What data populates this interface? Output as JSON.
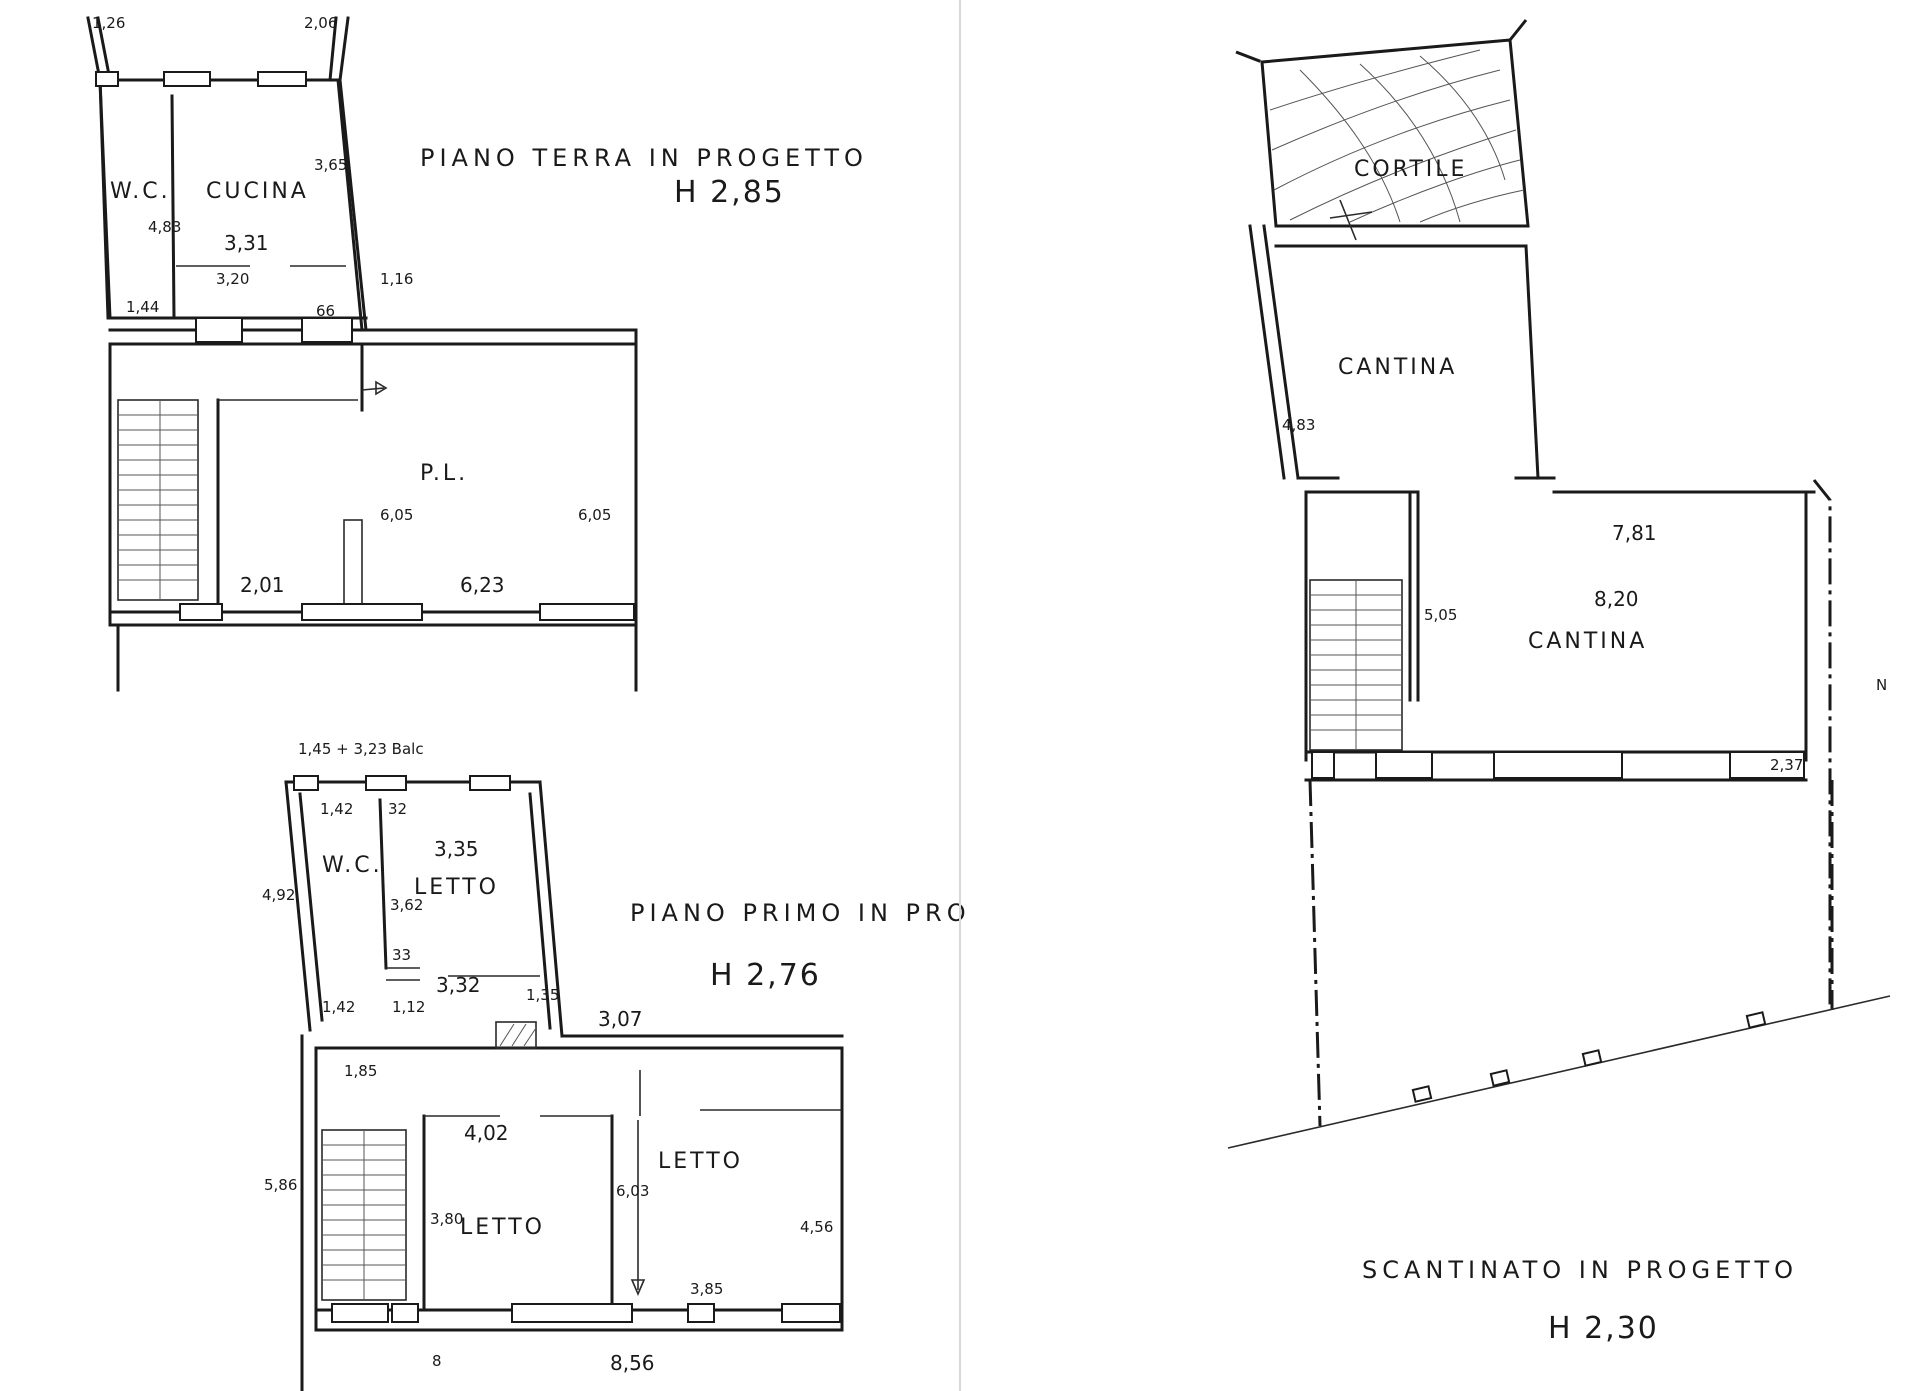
{
  "ground_floor": {
    "title": "PIANO TERRA IN PROGETTO",
    "height": "H 2,85",
    "rooms": {
      "wc": "W.C.",
      "kitchen": "CUCINA",
      "living": "P.L."
    },
    "dims": {
      "d1": "1,26",
      "d2": "2,06",
      "d3": "3,65",
      "d4": "4,83",
      "d5": "3,31",
      "d6": "3,20",
      "d7": "1,16",
      "d8": "1,44",
      "d9": "66",
      "d10": "6,05",
      "d11": "6,05",
      "d12": "2,01",
      "d13": "6,23"
    }
  },
  "first_floor": {
    "title": "PIANO PRIMO IN PRO",
    "height": "H 2,76",
    "note": "1,45 + 3,23 Balc",
    "rooms": {
      "wc": "W.C.",
      "bed1": "LETTO",
      "bed2": "LETTO",
      "bed3": "LETTO"
    },
    "dims": {
      "d1": "1,42",
      "d2": "32",
      "d3": "3,35",
      "d4": "4,92",
      "d5": "3,62",
      "d6": "33",
      "d7": "3,32",
      "d8": "1,42",
      "d9": "1,12",
      "d10": "1,35",
      "d11": "3,07",
      "d12": "1,85",
      "d13": "5,86",
      "d14": "4,02",
      "d15": "6,03",
      "d16": "3,80",
      "d17": "4,56",
      "d18": "3,85",
      "d19": "8,56",
      "d20": "8"
    }
  },
  "basement": {
    "title": "SCANTINATO IN PROGETTO",
    "height": "H 2,30",
    "rooms": {
      "courtyard": "CORTILE",
      "cellar1": "CANTINA",
      "cellar2": "CANTINA"
    },
    "dims": {
      "d1": "4,83",
      "d2": "7,81",
      "d3": "8,20",
      "d4": "5,05",
      "d5": "2,37"
    },
    "north": "N"
  }
}
